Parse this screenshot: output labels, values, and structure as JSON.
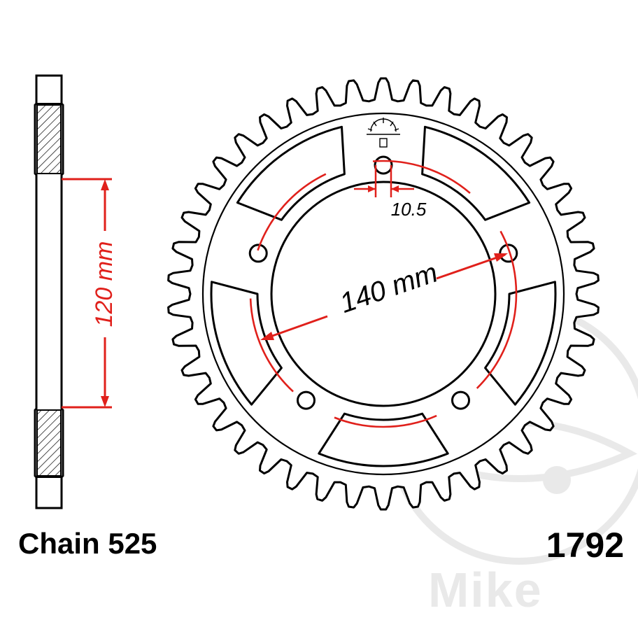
{
  "labels": {
    "chain": "Chain 525",
    "part_number": "1792"
  },
  "dimensions": {
    "offset": "120 mm",
    "pcd": "140 mm",
    "hole": "10.5"
  },
  "watermark": "Mike",
  "colors": {
    "outline": "#000000",
    "dimension": "#e0201b",
    "watermark": "#e9e9e9"
  }
}
